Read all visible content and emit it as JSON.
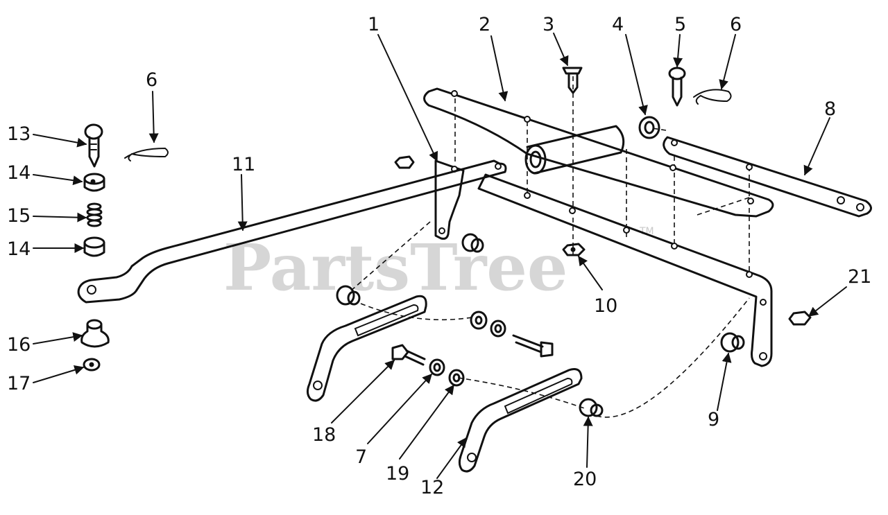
{
  "watermark": {
    "text": "PartsTree",
    "mark": "TM"
  },
  "callouts": {
    "c1": "1",
    "c2": "2",
    "c3": "3",
    "c4": "4",
    "c5": "5",
    "c6a": "6",
    "c6b": "6",
    "c7": "7",
    "c8": "8",
    "c9": "9",
    "c10": "10",
    "c11": "11",
    "c12": "12",
    "c13": "13",
    "c14a": "14",
    "c14b": "14",
    "c15": "15",
    "c16": "16",
    "c17": "17",
    "c18": "18",
    "c19": "19",
    "c20": "20",
    "c21": "21"
  }
}
